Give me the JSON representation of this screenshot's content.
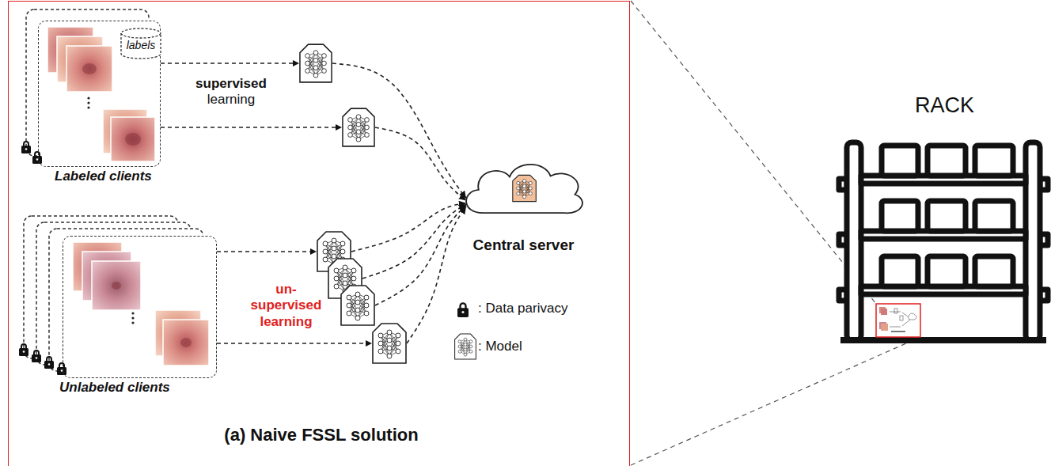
{
  "diagram": {
    "nodes": [
      {
        "text": [
          "(a) Naive FSSL solution"
        ]
      },
      {
        "text": [
          "Labeled clients"
        ],
        "in": 0
      },
      {
        "text": [
          "labels"
        ],
        "in": 1
      },
      {
        "text": [
          "Unlabeled clients"
        ],
        "in": 0
      },
      {
        "text": [
          "Central server"
        ],
        "in": 0
      }
    ],
    "edges": [
      {
        "from": 1,
        "to": 4,
        "arrow": "to",
        "label": "supervised learning"
      },
      {
        "from": 1,
        "to": 4,
        "arrow": "to"
      },
      {
        "from": 3,
        "to": 4,
        "arrow": "to",
        "label": "un- supervised learning"
      },
      {
        "from": 3,
        "to": 4,
        "arrow": "to"
      },
      {
        "from": 3,
        "to": 4,
        "arrow": "to"
      },
      {
        "from": 3,
        "to": 4,
        "arrow": "to"
      }
    ],
    "labels": [
      "RACK"
    ],
    "legend": [
      {
        "text": ": Data parivacy"
      },
      {
        "text": ": Model"
      }
    ]
  }
}
